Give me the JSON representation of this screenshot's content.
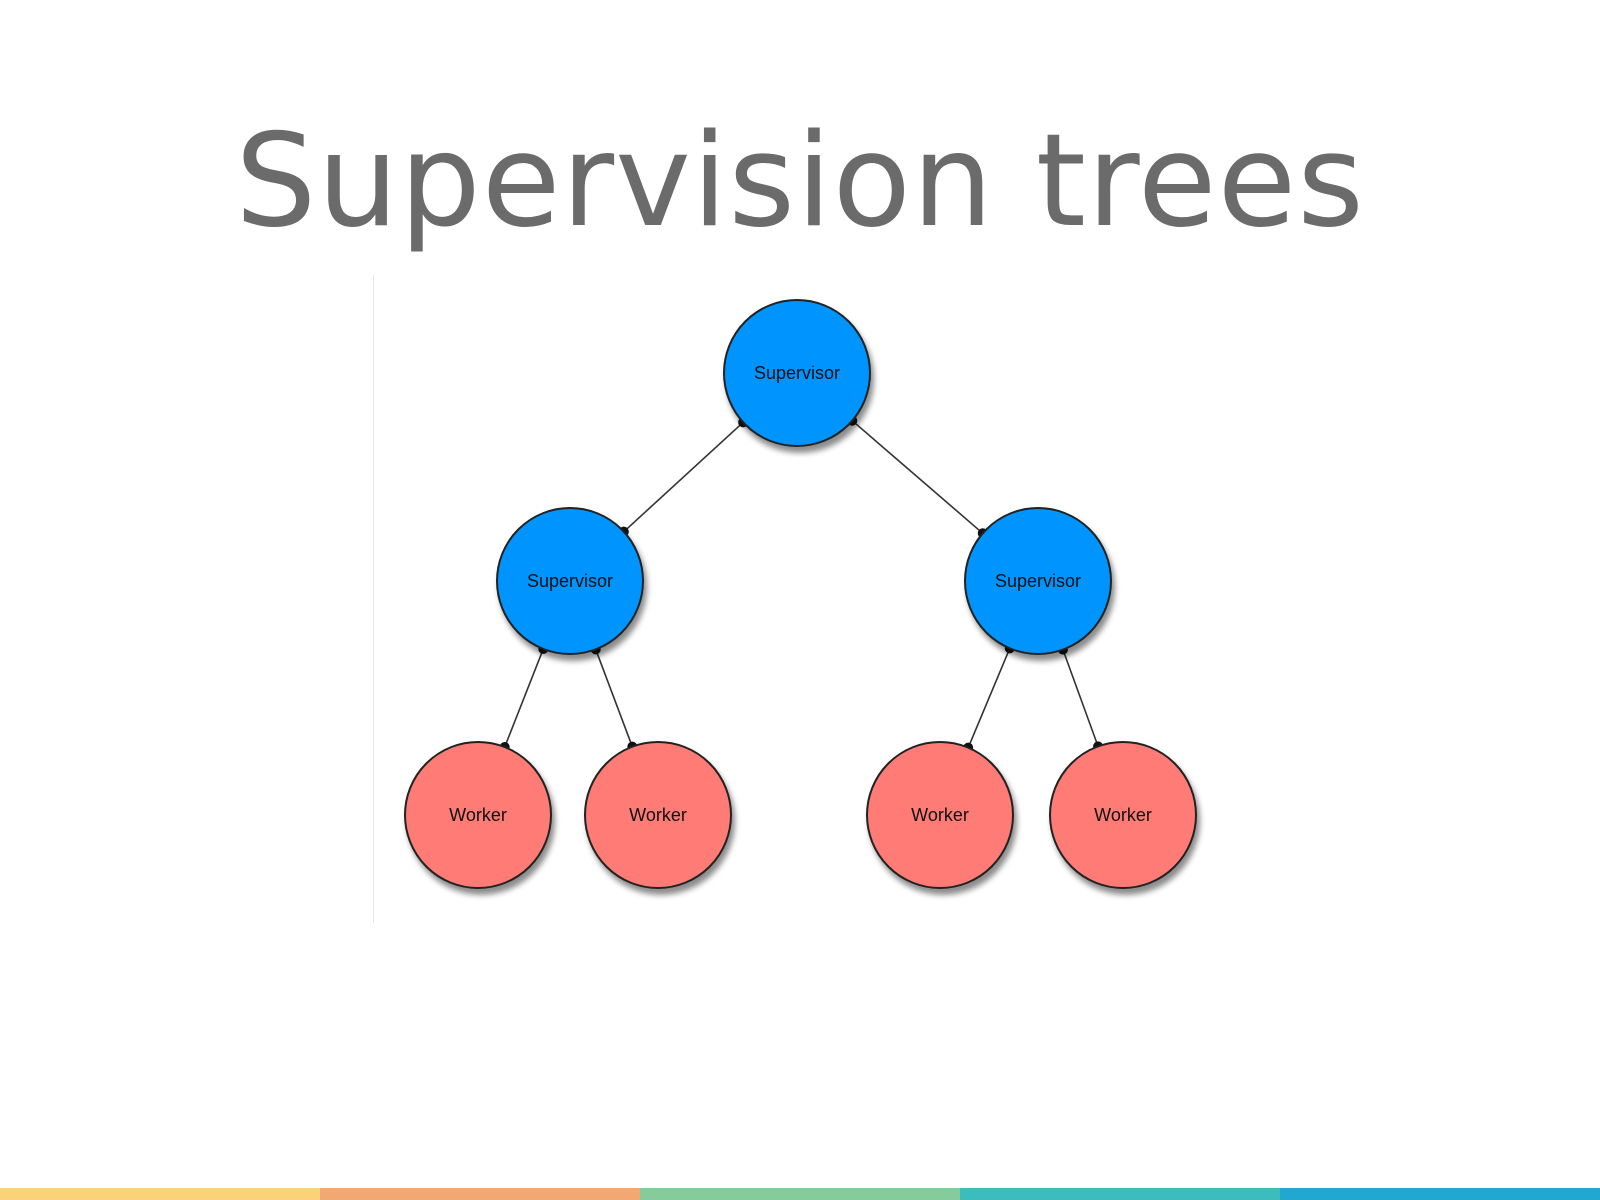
{
  "slide": {
    "title": "Supervision trees"
  },
  "diagram": {
    "colors": {
      "supervisor": "#0094ff",
      "worker": "#ff7b76",
      "edge": "#333333",
      "stroke": "#222222"
    },
    "nodes": [
      {
        "id": "root",
        "label": "Supervisor",
        "kind": "supervisor"
      },
      {
        "id": "sup-left",
        "label": "Supervisor",
        "kind": "supervisor"
      },
      {
        "id": "sup-right",
        "label": "Supervisor",
        "kind": "supervisor"
      },
      {
        "id": "worker-1",
        "label": "Worker",
        "kind": "worker"
      },
      {
        "id": "worker-2",
        "label": "Worker",
        "kind": "worker"
      },
      {
        "id": "worker-3",
        "label": "Worker",
        "kind": "worker"
      },
      {
        "id": "worker-4",
        "label": "Worker",
        "kind": "worker"
      }
    ],
    "edges": [
      {
        "from": "root",
        "to": "sup-left"
      },
      {
        "from": "root",
        "to": "sup-right"
      },
      {
        "from": "sup-left",
        "to": "worker-1"
      },
      {
        "from": "sup-left",
        "to": "worker-2"
      },
      {
        "from": "sup-right",
        "to": "worker-3"
      },
      {
        "from": "sup-right",
        "to": "worker-4"
      }
    ]
  },
  "footer": {
    "colors": [
      "#f9d27a",
      "#f2a873",
      "#86cb9c",
      "#3dbcbe",
      "#22a7d0"
    ]
  }
}
